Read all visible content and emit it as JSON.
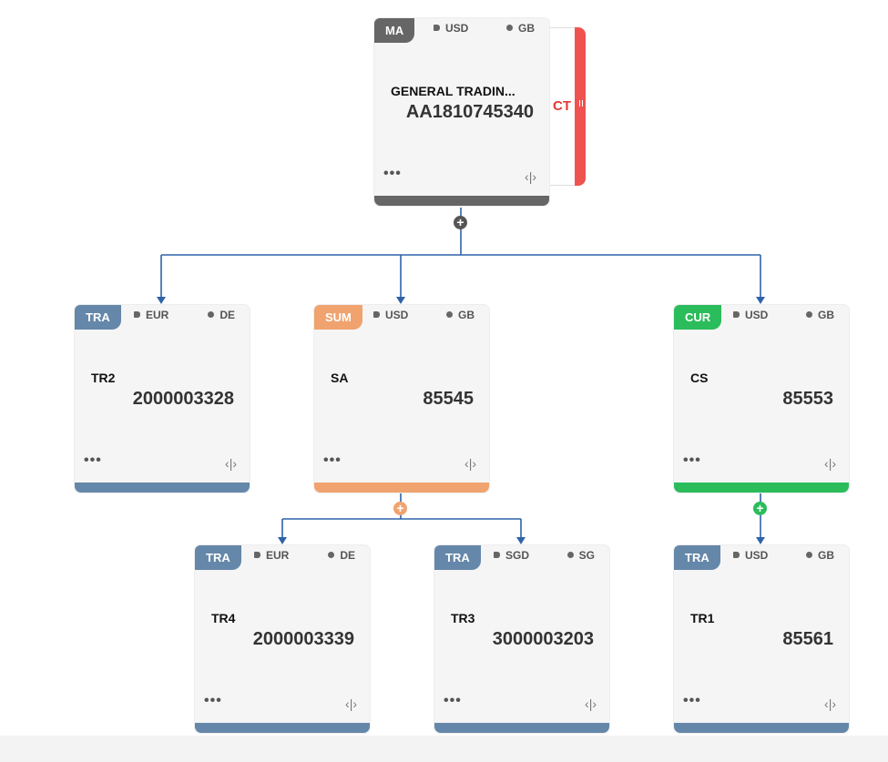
{
  "colors": {
    "ma": "#666666",
    "tra": "#6587a9",
    "sum": "#f0a36e",
    "cur": "#2bbc5b",
    "link": "#2e63a8",
    "ct": "#ef5350"
  },
  "nodes": {
    "ma": {
      "badge": "MA",
      "currency": "USD",
      "country": "GB",
      "name": "GENERAL TRADIN...",
      "number": "AA1810745340",
      "more": "•••"
    },
    "tr2": {
      "badge": "TRA",
      "currency": "EUR",
      "country": "DE",
      "name": "TR2",
      "number": "2000003328",
      "more": "•••"
    },
    "sa": {
      "badge": "SUM",
      "currency": "USD",
      "country": "GB",
      "name": "SA",
      "number": "85545",
      "more": "•••"
    },
    "cs": {
      "badge": "CUR",
      "currency": "USD",
      "country": "GB",
      "name": "CS",
      "number": "85553",
      "more": "•••"
    },
    "tr4": {
      "badge": "TRA",
      "currency": "EUR",
      "country": "DE",
      "name": "TR4",
      "number": "2000003339",
      "more": "•••"
    },
    "tr3": {
      "badge": "TRA",
      "currency": "SGD",
      "country": "SG",
      "name": "TR3",
      "number": "3000003203",
      "more": "•••"
    },
    "tr1": {
      "badge": "TRA",
      "currency": "USD",
      "country": "GB",
      "name": "TR1",
      "number": "85561",
      "more": "•••"
    }
  },
  "side_tab": {
    "label": "CT"
  },
  "icons": {
    "expand": "expand-toggle-icon",
    "split": "split-view-icon",
    "currency": "wallet-icon",
    "country": "globe-icon"
  }
}
